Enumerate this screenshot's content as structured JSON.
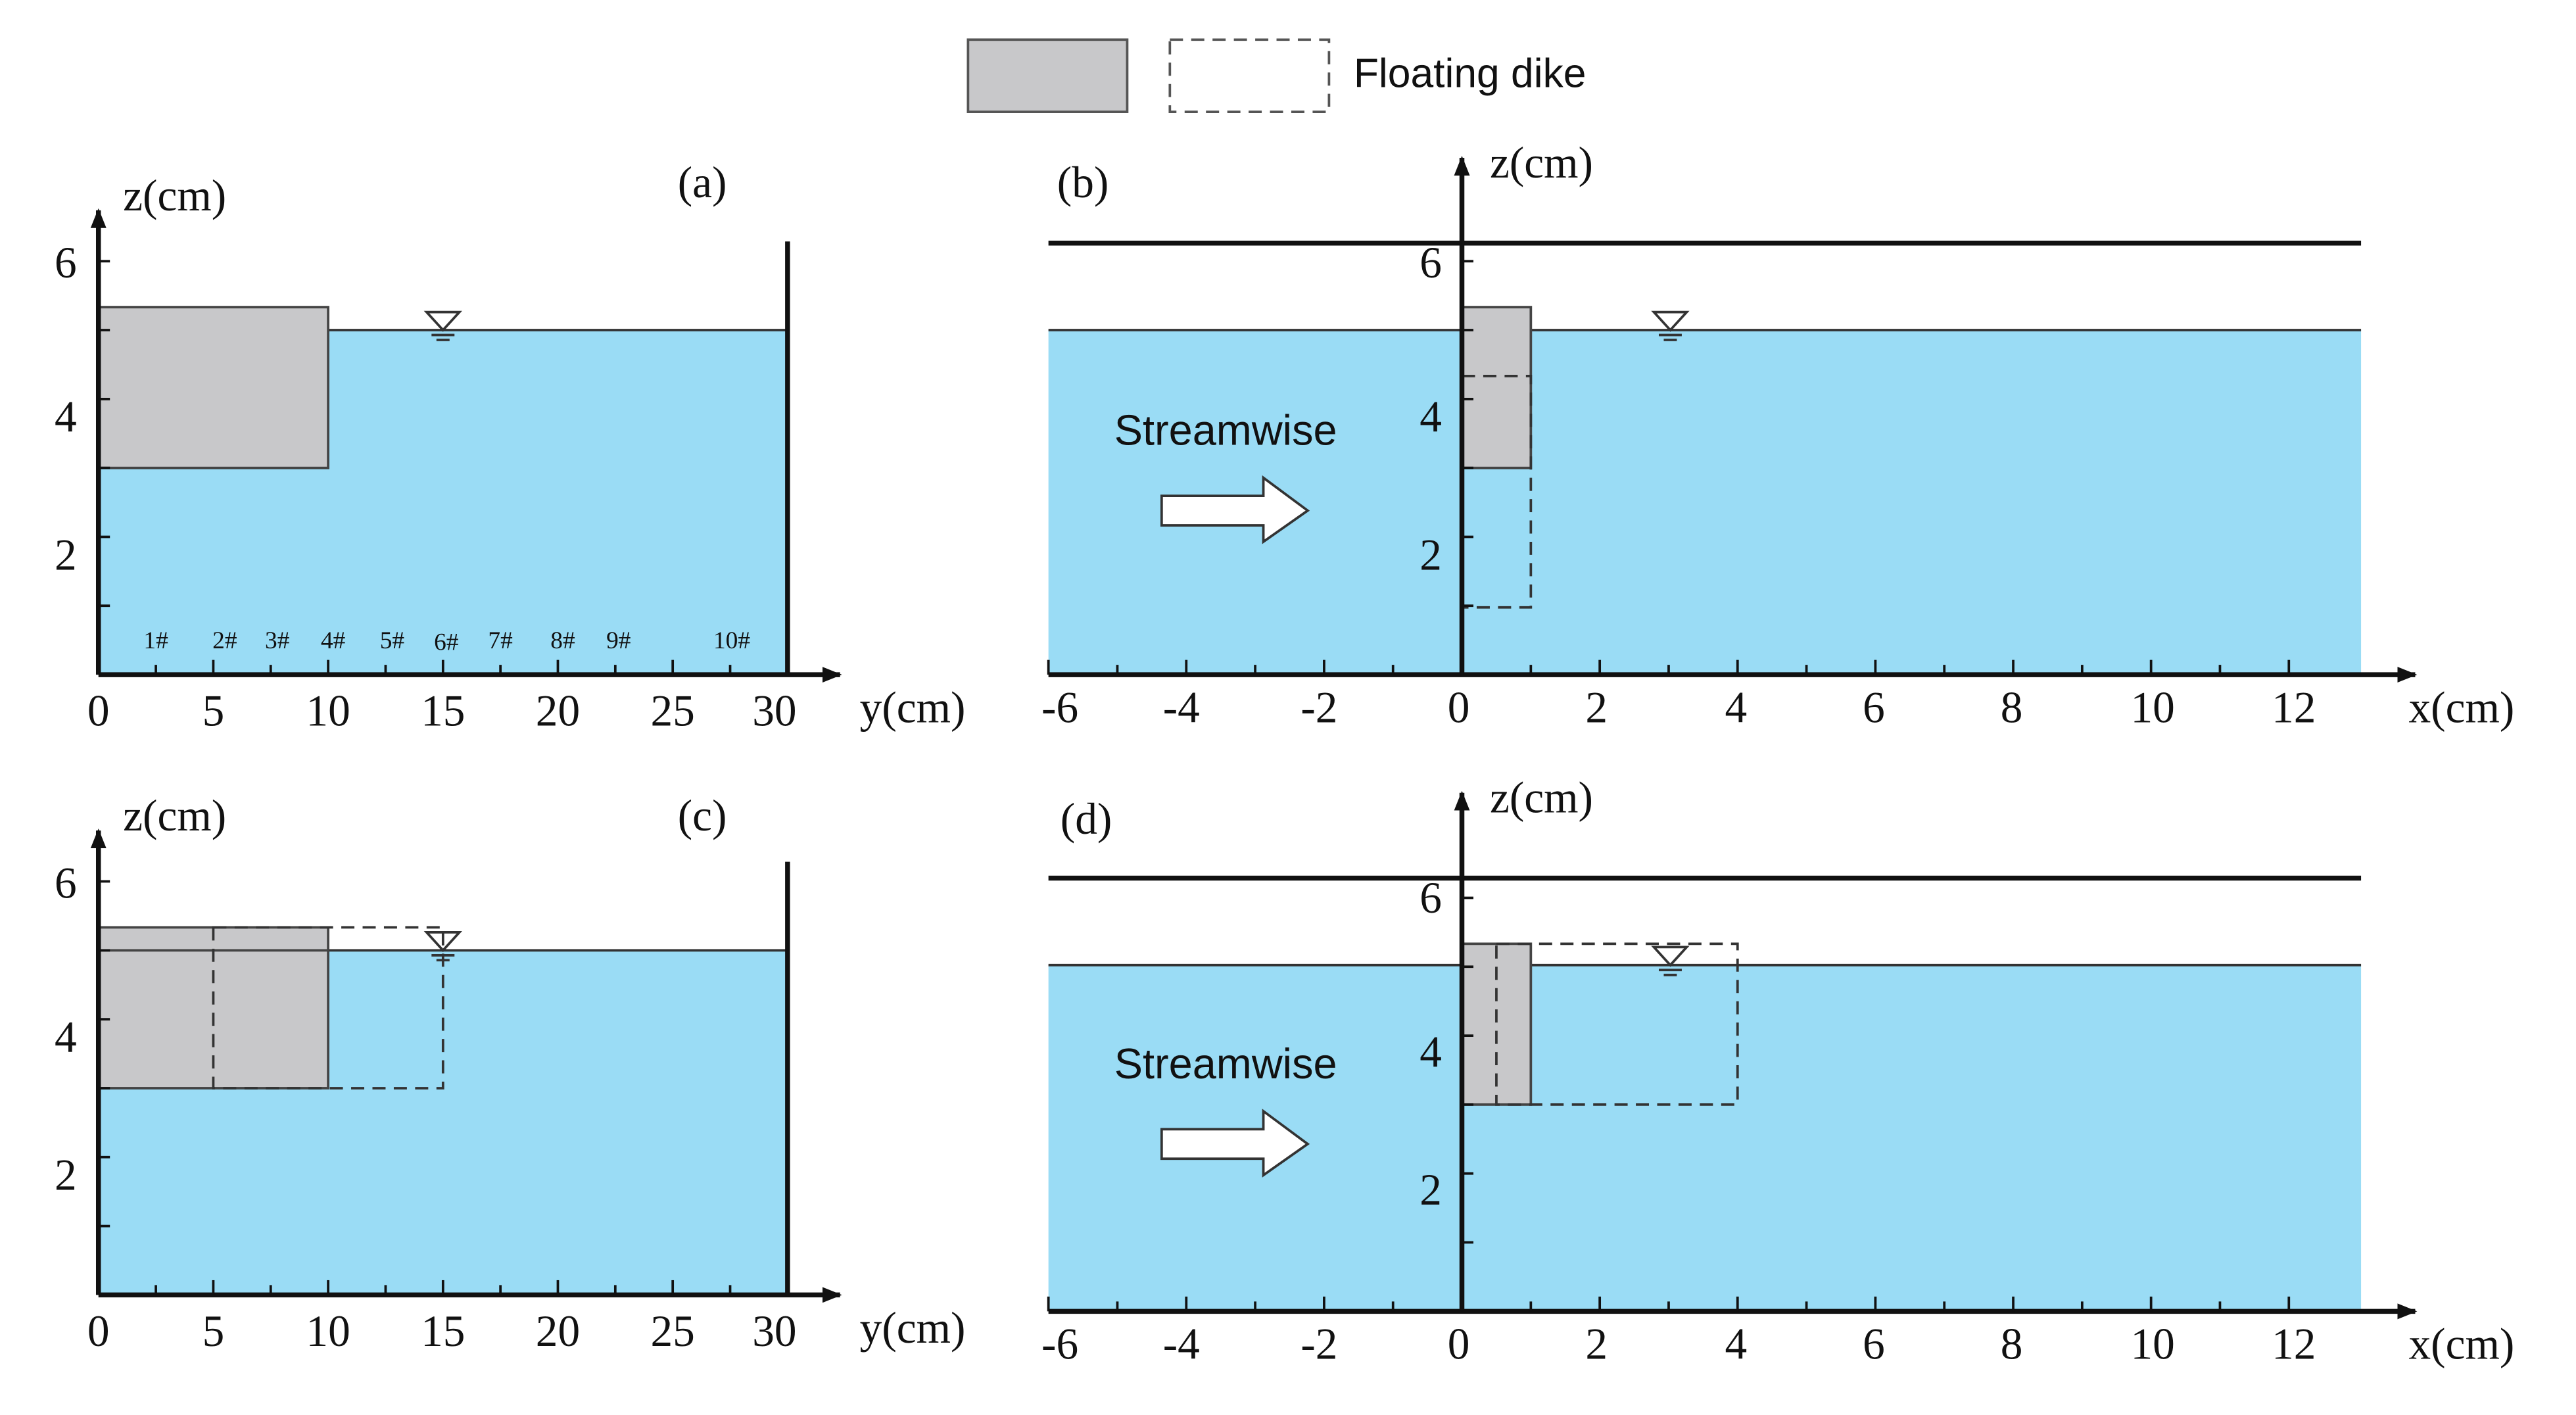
{
  "legend": {
    "label": "Floating dike"
  },
  "colors": {
    "water": "#9adcf5",
    "dike": "#c8c8ca",
    "axis": "#111111"
  },
  "panels": [
    {
      "id": "a",
      "label": "(a)",
      "view": "cross-section",
      "x_axis_label": "y(cm)",
      "y_axis_label": "z(cm)",
      "x_ticks": [
        "0",
        "5",
        "10",
        "15",
        "20",
        "25",
        "30"
      ],
      "y_ticks": [
        "2",
        "4",
        "6"
      ],
      "water_level": 5,
      "dike_solid": [
        0,
        10,
        3,
        5.35
      ],
      "stations": [
        {
          "label": "1#",
          "y": 2.5
        },
        {
          "label": "2#",
          "y": 5.5
        },
        {
          "label": "3#",
          "y": 7.8
        },
        {
          "label": "4#",
          "y": 10.2
        },
        {
          "label": "5#",
          "y": 12.8
        },
        {
          "label": "6#",
          "y": 15
        },
        {
          "label": "7#",
          "y": 17.5
        },
        {
          "label": "8#",
          "y": 20.2
        },
        {
          "label": "9#",
          "y": 22.6
        },
        {
          "label": "10#",
          "y": 27.5
        }
      ]
    },
    {
      "id": "b",
      "label": "(b)",
      "view": "longitudinal",
      "x_axis_label": "x(cm)",
      "y_axis_label": "z(cm)",
      "x_ticks": [
        "-6",
        "-4",
        "-2",
        "0",
        "2",
        "4",
        "6",
        "8",
        "10",
        "12"
      ],
      "y_ticks": [
        "2",
        "4",
        "6"
      ],
      "water_level": 5,
      "flow_label": "Streamwise",
      "dike_solid": [
        0,
        1,
        3,
        5.35
      ],
      "dike_dashed": [
        0,
        1,
        1,
        4.3
      ]
    },
    {
      "id": "c",
      "label": "(c)",
      "view": "cross-section",
      "x_axis_label": "y(cm)",
      "y_axis_label": "z(cm)",
      "x_ticks": [
        "0",
        "5",
        "10",
        "15",
        "20",
        "25",
        "30"
      ],
      "y_ticks": [
        "2",
        "4",
        "6"
      ],
      "water_level": 5,
      "dike_solid": [
        0,
        10,
        3,
        5.35
      ],
      "dike_dashed": [
        5,
        15,
        3,
        5.35
      ]
    },
    {
      "id": "d",
      "label": "(d)",
      "view": "longitudinal",
      "x_axis_label": "x(cm)",
      "y_axis_label": "z(cm)",
      "x_ticks": [
        "-6",
        "-4",
        "-2",
        "0",
        "2",
        "4",
        "6",
        "8",
        "10",
        "12"
      ],
      "y_ticks": [
        "2",
        "4",
        "6"
      ],
      "water_level": 5,
      "flow_label": "Streamwise",
      "dike_solid": [
        0,
        1,
        3,
        5.35
      ],
      "dike_dashed": [
        0.5,
        4,
        3,
        5.35
      ]
    }
  ]
}
